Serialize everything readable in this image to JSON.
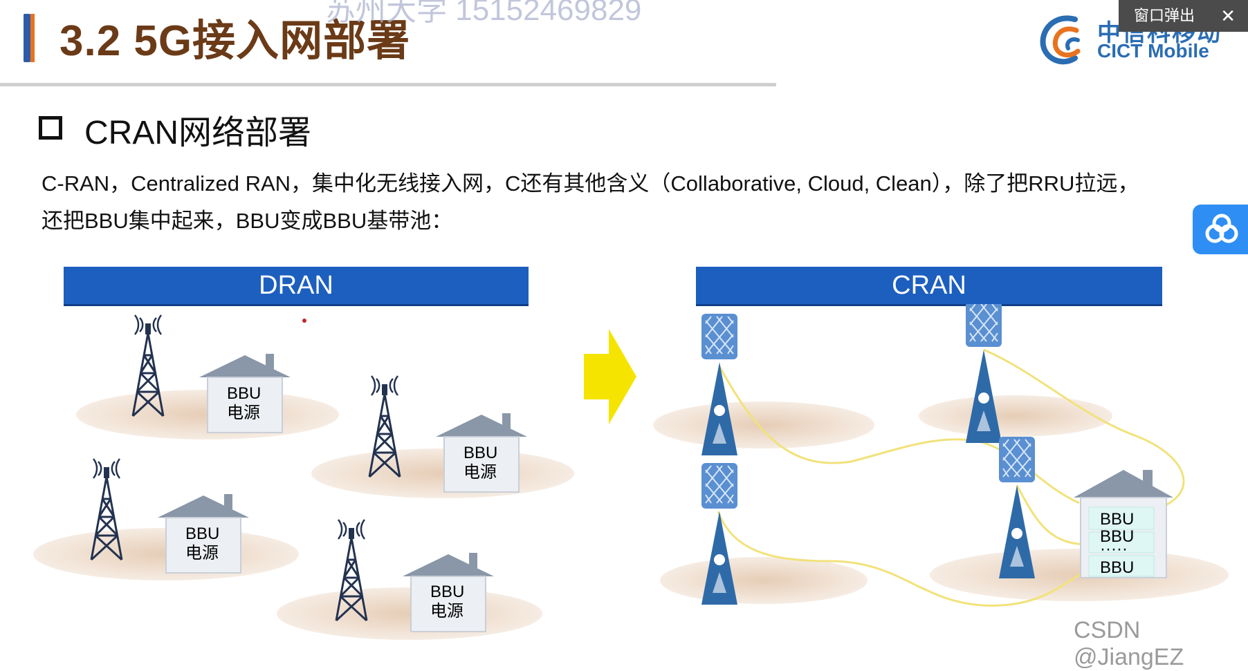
{
  "header": {
    "title": "3.2 5G接入网部署",
    "watermark": "苏州大学 15152469829",
    "logo_cn": "中信科移动",
    "logo_en": "CICT Mobile"
  },
  "popout": {
    "label": "窗口弹出",
    "close": "✕"
  },
  "section": {
    "title": "CRAN网络部署"
  },
  "body": {
    "line1": "C-RAN，Centralized RAN，集中化无线接入网，C还有其他含义（Collaborative, Cloud, Clean），除了把RRU拉远，",
    "line2": "还把BBU集中起来，BBU变成BBU基带池："
  },
  "diagram": {
    "dran_label": "DRAN",
    "cran_label": "CRAN",
    "bbu": "BBU",
    "power": "电源",
    "pool_dots": "·····"
  },
  "footer": {
    "watermark": "CSDN @JiangEZ"
  },
  "colors": {
    "banner": "#1d5fbf",
    "title": "#6b3a17",
    "arrow": "#f5e400",
    "fiber": "#f1e27a",
    "ground": "#e9d6c4"
  },
  "icons": {
    "cloud_button": "cloud-share-icon",
    "tower": "tower-icon",
    "house": "house-icon"
  }
}
